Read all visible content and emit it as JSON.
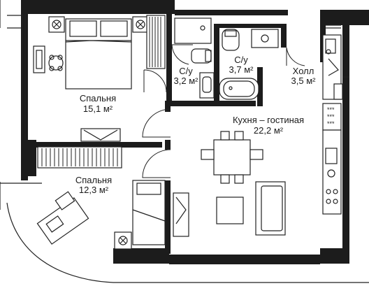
{
  "rooms": {
    "bedroom_1": {
      "name": "Спальня",
      "area": "15,1 м²"
    },
    "bathroom_1": {
      "name": "С/у",
      "area": "3,2 м²"
    },
    "bathroom_2": {
      "name": "С/у",
      "area": "3,7 м²"
    },
    "hall": {
      "name": "Холл",
      "area": "3,5 м²"
    },
    "kitchen_living": {
      "name": "Кухня – гостиная",
      "area": "22,2 м²"
    },
    "bedroom_2": {
      "name": "Спальня",
      "area": "12,3 м²"
    }
  },
  "colors": {
    "wall": "#1c1c1c",
    "line": "#222222",
    "background": "#ffffff"
  }
}
